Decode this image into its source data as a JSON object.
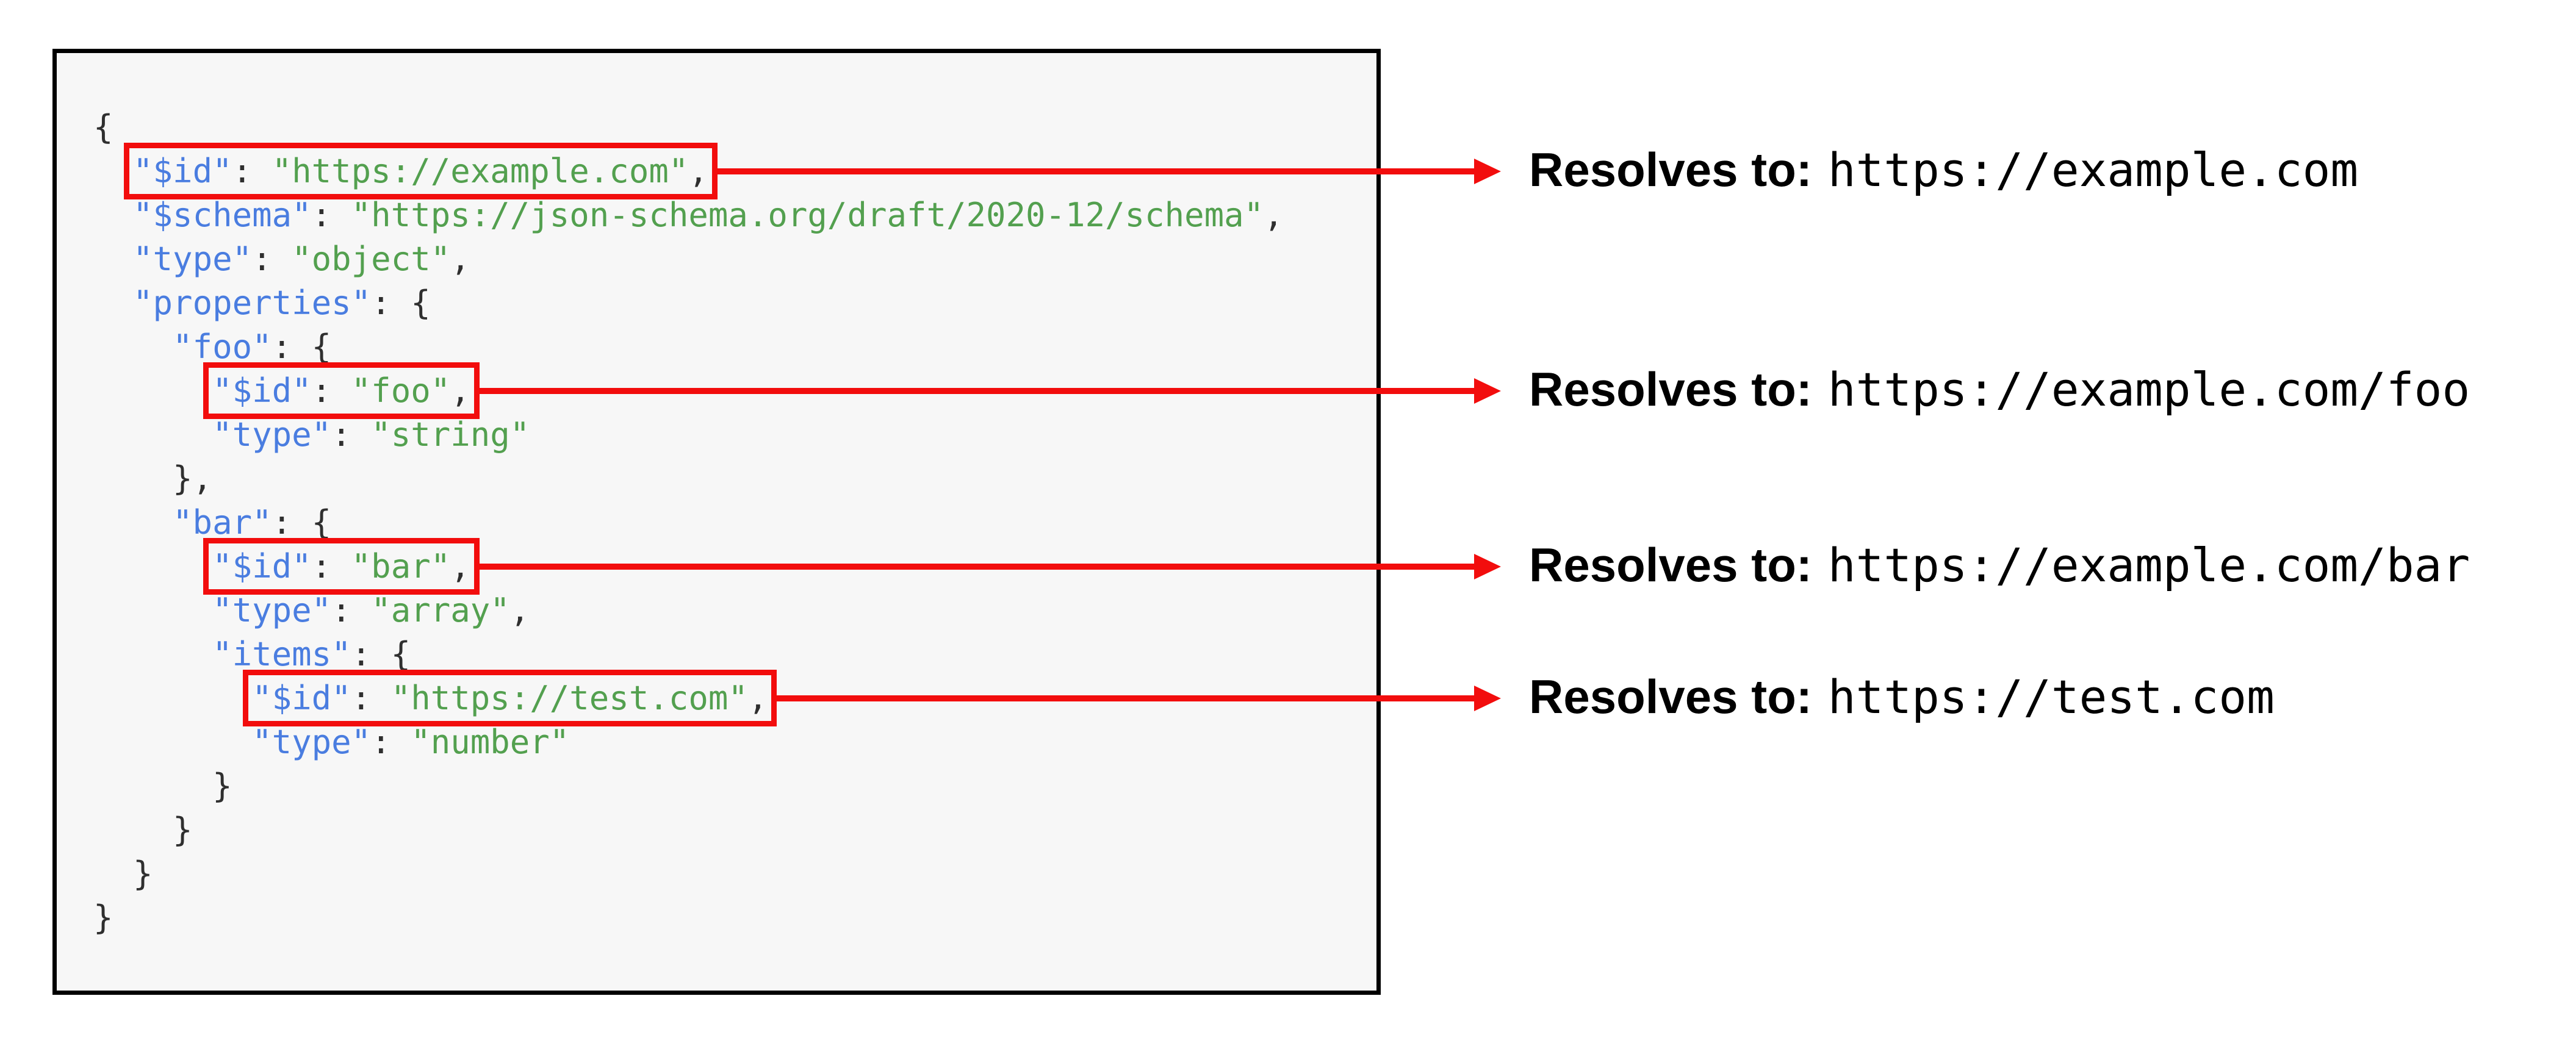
{
  "colors": {
    "key-blue": "#4a7de0",
    "string-green": "#53a04f",
    "punct-dark": "#2f2f2f",
    "highlight-red": "#f20d0d",
    "panel-bg": "#f7f7f7",
    "panel-border": "#000000",
    "annotation-text": "#000000"
  },
  "code": {
    "lines": [
      {
        "indent": 0,
        "boxed": false,
        "tokens": [
          {
            "c": "p",
            "t": "{"
          }
        ]
      },
      {
        "indent": 2,
        "boxed": true,
        "tokens": [
          {
            "c": "k",
            "t": "\"$id\""
          },
          {
            "c": "p",
            "t": ": "
          },
          {
            "c": "s",
            "t": "\"https://example.com\""
          },
          {
            "c": "p",
            "t": ","
          }
        ]
      },
      {
        "indent": 2,
        "boxed": false,
        "tokens": [
          {
            "c": "k",
            "t": "\"$schema\""
          },
          {
            "c": "p",
            "t": ": "
          },
          {
            "c": "s",
            "t": "\"https://json-schema.org/draft/2020-12/schema\""
          },
          {
            "c": "p",
            "t": ","
          }
        ]
      },
      {
        "indent": 2,
        "boxed": false,
        "tokens": [
          {
            "c": "k",
            "t": "\"type\""
          },
          {
            "c": "p",
            "t": ": "
          },
          {
            "c": "s",
            "t": "\"object\""
          },
          {
            "c": "p",
            "t": ","
          }
        ]
      },
      {
        "indent": 2,
        "boxed": false,
        "tokens": [
          {
            "c": "k",
            "t": "\"properties\""
          },
          {
            "c": "p",
            "t": ": {"
          }
        ]
      },
      {
        "indent": 4,
        "boxed": false,
        "tokens": [
          {
            "c": "k",
            "t": "\"foo\""
          },
          {
            "c": "p",
            "t": ": {"
          }
        ]
      },
      {
        "indent": 6,
        "boxed": true,
        "tokens": [
          {
            "c": "k",
            "t": "\"$id\""
          },
          {
            "c": "p",
            "t": ": "
          },
          {
            "c": "s",
            "t": "\"foo\""
          },
          {
            "c": "p",
            "t": ","
          }
        ]
      },
      {
        "indent": 6,
        "boxed": false,
        "tokens": [
          {
            "c": "k",
            "t": "\"type\""
          },
          {
            "c": "p",
            "t": ": "
          },
          {
            "c": "s",
            "t": "\"string\""
          }
        ]
      },
      {
        "indent": 4,
        "boxed": false,
        "tokens": [
          {
            "c": "p",
            "t": "},"
          }
        ]
      },
      {
        "indent": 4,
        "boxed": false,
        "tokens": [
          {
            "c": "k",
            "t": "\"bar\""
          },
          {
            "c": "p",
            "t": ": {"
          }
        ]
      },
      {
        "indent": 6,
        "boxed": true,
        "tokens": [
          {
            "c": "k",
            "t": "\"$id\""
          },
          {
            "c": "p",
            "t": ": "
          },
          {
            "c": "s",
            "t": "\"bar\""
          },
          {
            "c": "p",
            "t": ","
          }
        ]
      },
      {
        "indent": 6,
        "boxed": false,
        "tokens": [
          {
            "c": "k",
            "t": "\"type\""
          },
          {
            "c": "p",
            "t": ": "
          },
          {
            "c": "s",
            "t": "\"array\""
          },
          {
            "c": "p",
            "t": ","
          }
        ]
      },
      {
        "indent": 6,
        "boxed": false,
        "tokens": [
          {
            "c": "k",
            "t": "\"items\""
          },
          {
            "c": "p",
            "t": ": {"
          }
        ]
      },
      {
        "indent": 8,
        "boxed": true,
        "tokens": [
          {
            "c": "k",
            "t": "\"$id\""
          },
          {
            "c": "p",
            "t": ": "
          },
          {
            "c": "s",
            "t": "\"https://test.com\""
          },
          {
            "c": "p",
            "t": ","
          }
        ]
      },
      {
        "indent": 8,
        "boxed": false,
        "tokens": [
          {
            "c": "k",
            "t": "\"type\""
          },
          {
            "c": "p",
            "t": ": "
          },
          {
            "c": "s",
            "t": "\"number\""
          }
        ]
      },
      {
        "indent": 6,
        "boxed": false,
        "tokens": [
          {
            "c": "p",
            "t": "}"
          }
        ]
      },
      {
        "indent": 4,
        "boxed": false,
        "tokens": [
          {
            "c": "p",
            "t": "}"
          }
        ]
      },
      {
        "indent": 2,
        "boxed": false,
        "tokens": [
          {
            "c": "p",
            "t": "}"
          }
        ]
      },
      {
        "indent": 0,
        "boxed": false,
        "tokens": [
          {
            "c": "p",
            "t": "}"
          }
        ]
      }
    ]
  },
  "annotations": [
    {
      "label": "Resolves to:",
      "value": "https://example.com"
    },
    {
      "label": "Resolves to:",
      "value": "https://example.com/foo"
    },
    {
      "label": "Resolves to:",
      "value": "https://example.com/bar"
    },
    {
      "label": "Resolves to:",
      "value": "https://test.com"
    }
  ]
}
